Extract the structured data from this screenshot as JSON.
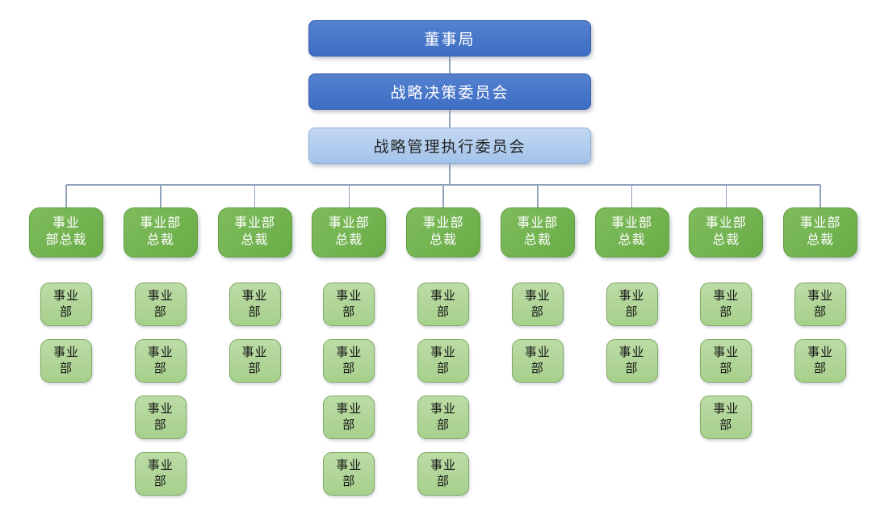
{
  "colors": {
    "dark_blue_top": "#5581CE",
    "dark_blue_fill": "#3D6EC5",
    "dark_blue_border": "#3560AC",
    "light_blue_top": "#C3D8F2",
    "light_blue_fill": "#A2C3E9",
    "light_blue_border": "#8FB0D8",
    "green_top": "#7FBC5C",
    "green_fill": "#69AC47",
    "green_border": "#5FA040",
    "ltgreen_top": "#BCDCA6",
    "ltgreen_fill": "#A7D08C",
    "ltgreen_border": "#81A964",
    "connector_line": "#8FA0BC",
    "white_text": "#FFFFFF",
    "dark_text": "#262626",
    "dept_text": "#141414"
  },
  "top_nodes": [
    {
      "label": "董事局"
    },
    {
      "label": "战略决策委员会"
    },
    {
      "label": "战略管理执行委员会"
    }
  ],
  "columns": [
    {
      "president": {
        "label": "事业部总裁",
        "lines": [
          "事业",
          "部总裁"
        ]
      },
      "departments": [
        {
          "label": "事业部",
          "lines": [
            "事业",
            "部"
          ]
        },
        {
          "label": "事业部",
          "lines": [
            "事业",
            "部"
          ]
        }
      ]
    },
    {
      "president": {
        "label": "事业部总裁",
        "lines": [
          "事业部",
          "总裁"
        ]
      },
      "departments": [
        {
          "label": "事业部",
          "lines": [
            "事业",
            "部"
          ]
        },
        {
          "label": "事业部",
          "lines": [
            "事业",
            "部"
          ]
        },
        {
          "label": "事业部",
          "lines": [
            "事业",
            "部"
          ]
        },
        {
          "label": "事业部",
          "lines": [
            "事业",
            "部"
          ]
        }
      ]
    },
    {
      "president": {
        "label": "事业部总裁",
        "lines": [
          "事业部",
          "总裁"
        ]
      },
      "departments": [
        {
          "label": "事业部",
          "lines": [
            "事业",
            "部"
          ]
        },
        {
          "label": "事业部",
          "lines": [
            "事业",
            "部"
          ]
        }
      ]
    },
    {
      "president": {
        "label": "事业部总裁",
        "lines": [
          "事业部",
          "总裁"
        ]
      },
      "departments": [
        {
          "label": "事业部",
          "lines": [
            "事业",
            "部"
          ]
        },
        {
          "label": "事业部",
          "lines": [
            "事业",
            "部"
          ]
        },
        {
          "label": "事业部",
          "lines": [
            "事业",
            "部"
          ]
        },
        {
          "label": "事业部",
          "lines": [
            "事业",
            "部"
          ]
        }
      ]
    },
    {
      "president": {
        "label": "事业部总裁",
        "lines": [
          "事业部",
          "总裁"
        ]
      },
      "departments": [
        {
          "label": "事业部",
          "lines": [
            "事业",
            "部"
          ]
        },
        {
          "label": "事业部",
          "lines": [
            "事业",
            "部"
          ]
        },
        {
          "label": "事业部",
          "lines": [
            "事业",
            "部"
          ]
        },
        {
          "label": "事业部",
          "lines": [
            "事业",
            "部"
          ]
        }
      ]
    },
    {
      "president": {
        "label": "事业部总裁",
        "lines": [
          "事业部",
          "总裁"
        ]
      },
      "departments": [
        {
          "label": "事业部",
          "lines": [
            "事业",
            "部"
          ]
        },
        {
          "label": "事业部",
          "lines": [
            "事业",
            "部"
          ]
        }
      ]
    },
    {
      "president": {
        "label": "事业部总裁",
        "lines": [
          "事业部",
          "总裁"
        ]
      },
      "departments": [
        {
          "label": "事业部",
          "lines": [
            "事业",
            "部"
          ]
        },
        {
          "label": "事业部",
          "lines": [
            "事业",
            "部"
          ]
        }
      ]
    },
    {
      "president": {
        "label": "事业部总裁",
        "lines": [
          "事业部",
          "总裁"
        ]
      },
      "departments": [
        {
          "label": "事业部",
          "lines": [
            "事业",
            "部"
          ]
        },
        {
          "label": "事业部",
          "lines": [
            "事业",
            "部"
          ]
        },
        {
          "label": "事业部",
          "lines": [
            "事业",
            "部"
          ]
        }
      ]
    },
    {
      "president": {
        "label": "事业部总裁",
        "lines": [
          "事业部",
          "总裁"
        ]
      },
      "departments": [
        {
          "label": "事业部",
          "lines": [
            "事业",
            "部"
          ]
        },
        {
          "label": "事业部",
          "lines": [
            "事业",
            "部"
          ]
        }
      ]
    }
  ]
}
